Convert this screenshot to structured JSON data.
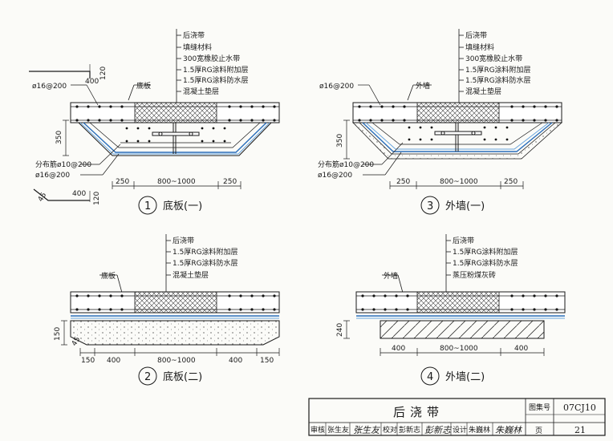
{
  "drawings": [
    {
      "number": "1",
      "caption": "底板(一)",
      "callouts": [
        "后浇带",
        "填缝材料",
        "300宽橡胶止水带",
        "1.5厚RG涂料附加层",
        "1.5厚RG涂料防水层",
        "混凝土垫层"
      ],
      "labels": {
        "part": "底板",
        "rebar_top": "ø16@200",
        "dist_rebar": "分布筋ø10@200",
        "rebar_bottom": "ø16@200"
      },
      "dims": {
        "bottom": [
          "250",
          "800~1000",
          "250"
        ],
        "height": "350",
        "top_len": "400",
        "top_h": "120",
        "detail_len": "400",
        "detail_h": "120",
        "detail_angle": "45"
      }
    },
    {
      "number": "3",
      "caption": "外墙(一)",
      "callouts": [
        "后浇带",
        "填缝材料",
        "300宽橡胶止水带",
        "1.5厚RG涂料附加层",
        "1.5厚RG涂料防水层",
        "混凝土垫层"
      ],
      "labels": {
        "part": "外墙",
        "rebar_top": "ø16@200",
        "dist_rebar": "分布筋ø10@200",
        "rebar_bottom": "ø16@200"
      },
      "dims": {
        "bottom": [
          "250",
          "800~1000",
          "250"
        ],
        "height": "350"
      }
    },
    {
      "number": "2",
      "caption": "底板(二)",
      "callouts": [
        "后浇带",
        "1.5厚RG涂料附加层",
        "1.5厚RG涂料防水层",
        "混凝土垫层"
      ],
      "labels": {
        "part": "底板"
      },
      "dims": {
        "bottom": [
          "150",
          "400",
          "800~1000",
          "400",
          "150"
        ],
        "height": "150",
        "angle": "45"
      }
    },
    {
      "number": "4",
      "caption": "外墙(二)",
      "callouts": [
        "后浇带",
        "1.5厚RG涂料附加层",
        "1.5厚RG涂料防水层",
        "蒸压粉煤灰砖"
      ],
      "labels": {
        "part": "外墙"
      },
      "dims": {
        "bottom": [
          "400",
          "800~1000",
          "400"
        ],
        "height": "240"
      }
    }
  ],
  "title_block": {
    "title": "后浇带",
    "atlas_label": "图集号",
    "atlas_no": "07CJ10",
    "page_label": "页",
    "page_no": "21",
    "review_label": "审核",
    "reviewer": "张生友",
    "reviewer_sig": "张生友",
    "check_label": "校对",
    "checker": "彭新志",
    "checker_sig": "彭新志",
    "design_label": "设计",
    "designer": "朱巍林",
    "designer_sig": "朱巍林"
  }
}
